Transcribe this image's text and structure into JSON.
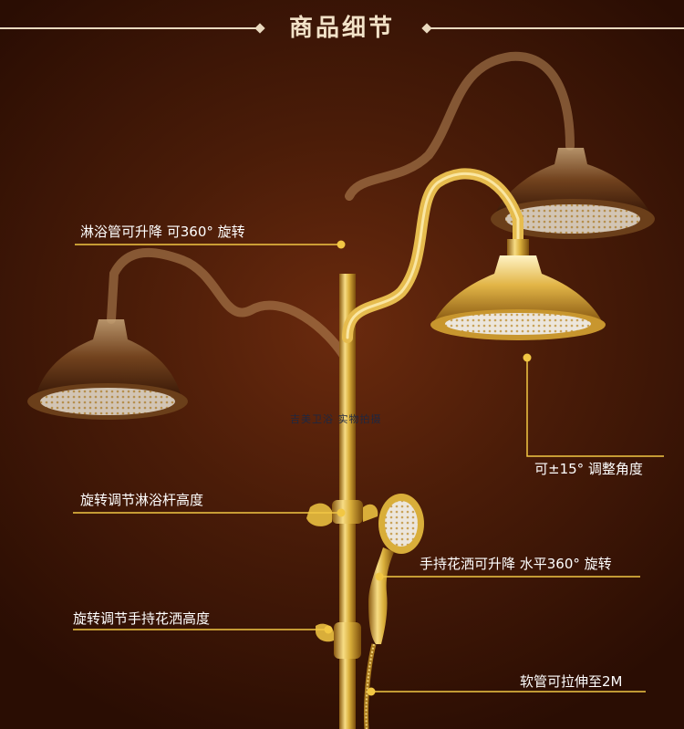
{
  "header": {
    "title": "商品细节"
  },
  "callouts": [
    {
      "text": "淋浴管可升降 可360° 旋转"
    },
    {
      "text": "可±15° 调整角度"
    },
    {
      "text": "旋转调节淋浴杆高度"
    },
    {
      "text": "手持花洒可升降 水平360° 旋转"
    },
    {
      "text": "旋转调节手持花洒高度"
    },
    {
      "text": "软管可拉伸至2M"
    }
  ],
  "watermark": "吉美卫浴 实物拍摄",
  "colors": {
    "background": "#4a1c08",
    "gold": "#d9ae3a",
    "callout_line": "#f2c744",
    "header_text": "#f2e2c8"
  }
}
